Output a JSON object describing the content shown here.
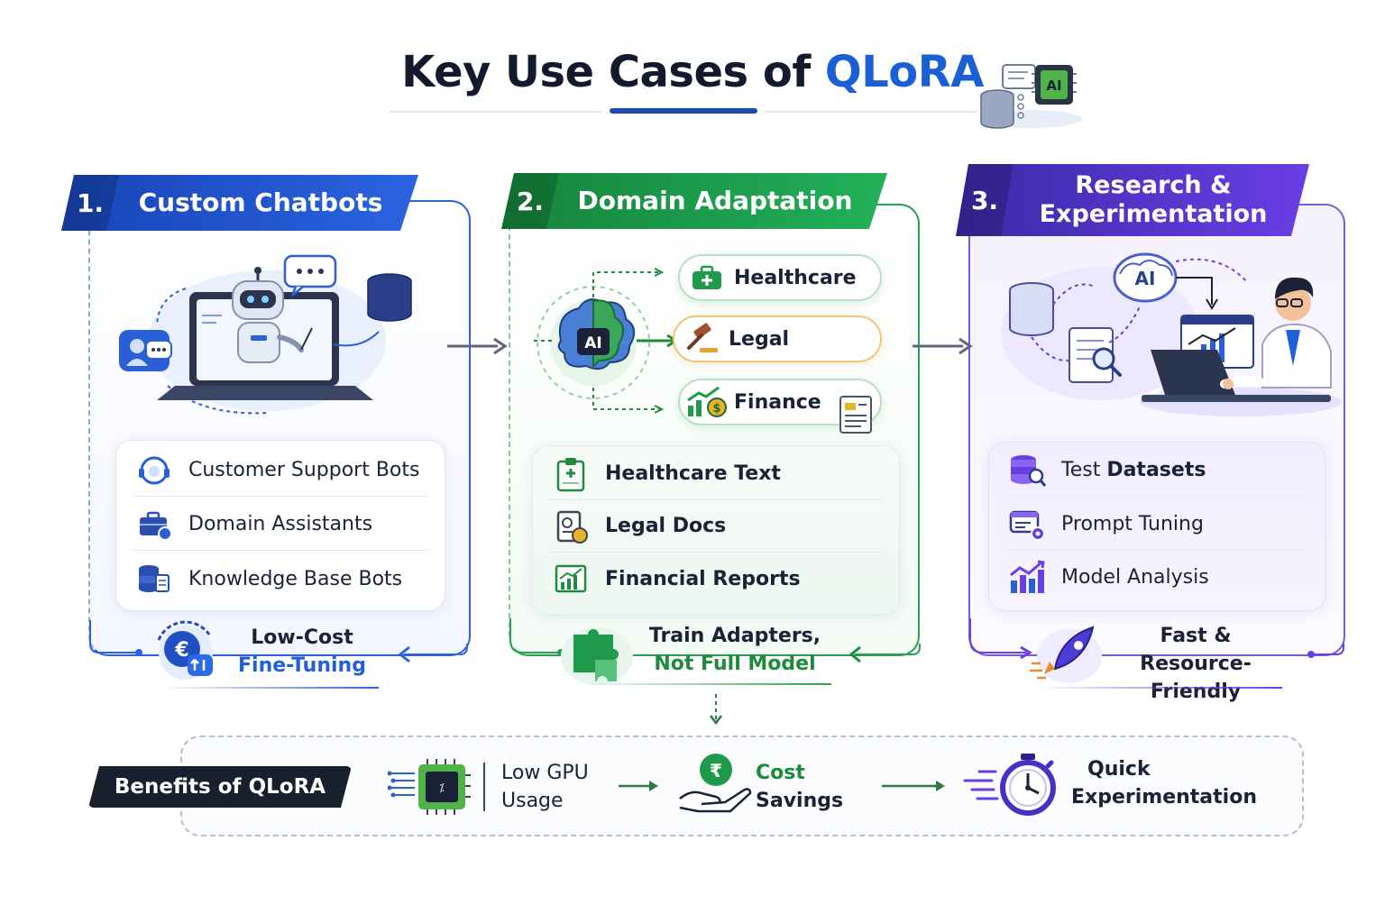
{
  "header": {
    "title_main": "Key Use Cases of ",
    "title_accent": "QLoRA",
    "title_icon": "ai-chip-database-icon",
    "ai_badge": "AI"
  },
  "columns": [
    {
      "number": "1.",
      "title": "Custom Chatbots",
      "accent": "#2b63e0",
      "illustration": "robot-laptop-chat-icon",
      "items": [
        {
          "label": "Customer Support Bots",
          "icon": "headset-chat-icon"
        },
        {
          "label": "Domain Assistants",
          "icon": "briefcase-info-icon"
        },
        {
          "label": "Knowledge Base Bots",
          "icon": "database-document-icon"
        }
      ],
      "footer": {
        "line1": "Low-Cost",
        "line2": "Fine-Tuning",
        "icon": "euro-cycle-icon"
      }
    },
    {
      "number": "2.",
      "title": "Domain Adaptation",
      "accent": "#22b159",
      "illustration": "ai-brain-icon",
      "ai_label": "AI",
      "chips": [
        {
          "label": "Healthcare",
          "icon": "medical-kit-icon"
        },
        {
          "label": "Legal",
          "icon": "gavel-icon"
        },
        {
          "label": "Finance",
          "icon": "finance-chart-coin-icon"
        }
      ],
      "items": [
        {
          "label": "Healthcare Text",
          "icon": "medical-clipboard-icon"
        },
        {
          "label": "Legal Docs",
          "icon": "legal-document-icon"
        },
        {
          "label": "Financial Reports",
          "icon": "financial-chart-icon"
        }
      ],
      "footer": {
        "line1": "Train Adapters,",
        "line2": "Not Full Model",
        "icon": "puzzle-icon"
      }
    },
    {
      "number": "3.",
      "title_line1": "Research &",
      "title_line2": "Experimentation",
      "accent": "#6a3ee6",
      "illustration": "researcher-laptop-icon",
      "ai_label": "AI",
      "items": [
        {
          "label_plain": "Test ",
          "label_bold": "Datasets",
          "icon": "database-search-icon"
        },
        {
          "label": "Prompt Tuning",
          "icon": "prompt-gear-icon"
        },
        {
          "label": "Model Analysis",
          "icon": "bar-growth-icon"
        }
      ],
      "footer": {
        "line1": "Fast &",
        "line2": "Resource-Friendly",
        "icon": "rocket-icon"
      }
    }
  ],
  "benefits": {
    "label": "Benefits of QLoRA",
    "items": [
      {
        "line1": "Low GPU",
        "line2": "Usage",
        "icon": "gpu-chip-icon"
      },
      {
        "line1": "Cost",
        "line2": "Savings",
        "icon": "hand-coin-icon"
      },
      {
        "line1": "Quick",
        "line2": "Experimentation",
        "icon": "stopwatch-icon"
      }
    ]
  },
  "colors": {
    "blue": "#2b63e0",
    "green": "#22b159",
    "purple": "#6a3ee6",
    "dark": "#18202e"
  }
}
